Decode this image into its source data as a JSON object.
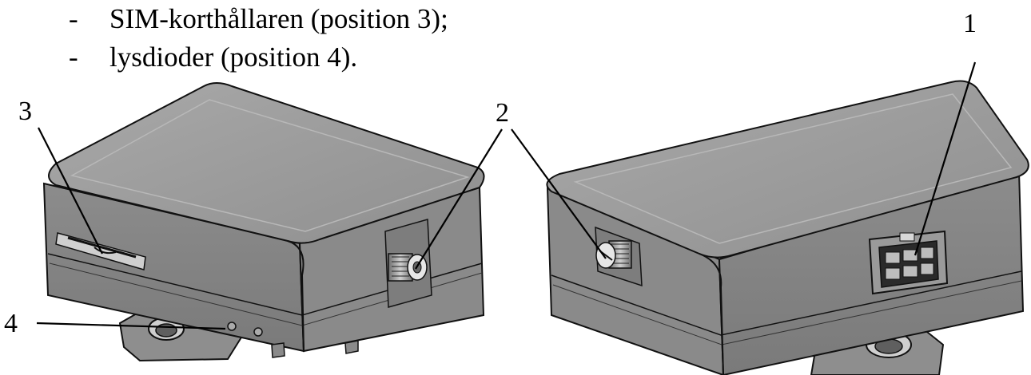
{
  "list": {
    "items": [
      {
        "bullet": "-",
        "text": "SIM-korthållaren (position 3);"
      },
      {
        "bullet": "-",
        "text": "lysdioder (position 4)."
      }
    ]
  },
  "callouts": {
    "label_1": "1",
    "label_2": "2",
    "label_3": "3",
    "label_4": "4"
  },
  "colors": {
    "device_top": "#9c9c9c",
    "device_side": "#858585",
    "device_edge": "#b3b3b3",
    "outline": "#111111"
  }
}
